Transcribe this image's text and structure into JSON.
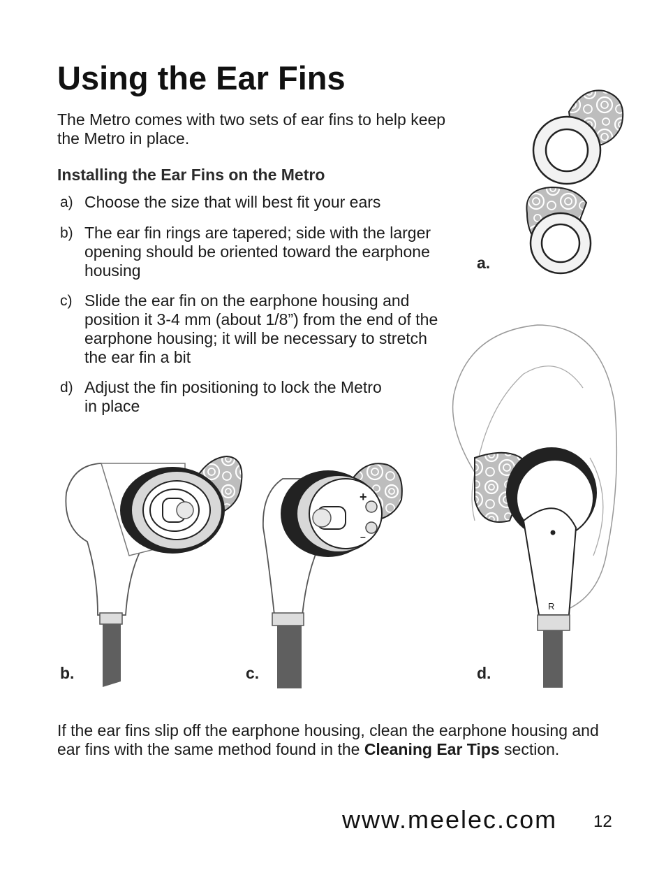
{
  "title": "Using the Ear Fins",
  "intro": "The Metro comes with two sets of ear fins to help keep the Metro in place.",
  "subheading": "Installing the Ear Fins on the Metro",
  "steps": [
    {
      "letter": "a)",
      "text": "Choose the size that will best fit your ears"
    },
    {
      "letter": "b)",
      "text": "The ear fin rings are tapered; side with the larger opening should be oriented toward the earphone housing"
    },
    {
      "letter": "c)",
      "text": "Slide the ear fin on the earphone housing and position it 3-4 mm (about 1/8”) from the end of the earphone housing; it will be necessary to stretch the ear fin a bit"
    },
    {
      "letter": "d)",
      "text": "Adjust the fin positioning to lock the Metro in place"
    }
  ],
  "figure_labels": {
    "a": "a.",
    "b": "b.",
    "c": "c.",
    "d": "d."
  },
  "earphone_markings": {
    "plus": "+",
    "minus": "–",
    "right": "R"
  },
  "outro": {
    "text_before": "If the ear fins slip off the earphone housing, clean the earphone housing and ear fins with the same method found in the ",
    "bold": "Cleaning Ear Tips",
    "text_after": " section."
  },
  "footer": {
    "url": "www.meelec.com",
    "page_number": "12"
  },
  "colors": {
    "fin_pattern": "#bdbdbd",
    "cable": "#5f5f5f",
    "ring_dark": "#1e1e1e"
  }
}
